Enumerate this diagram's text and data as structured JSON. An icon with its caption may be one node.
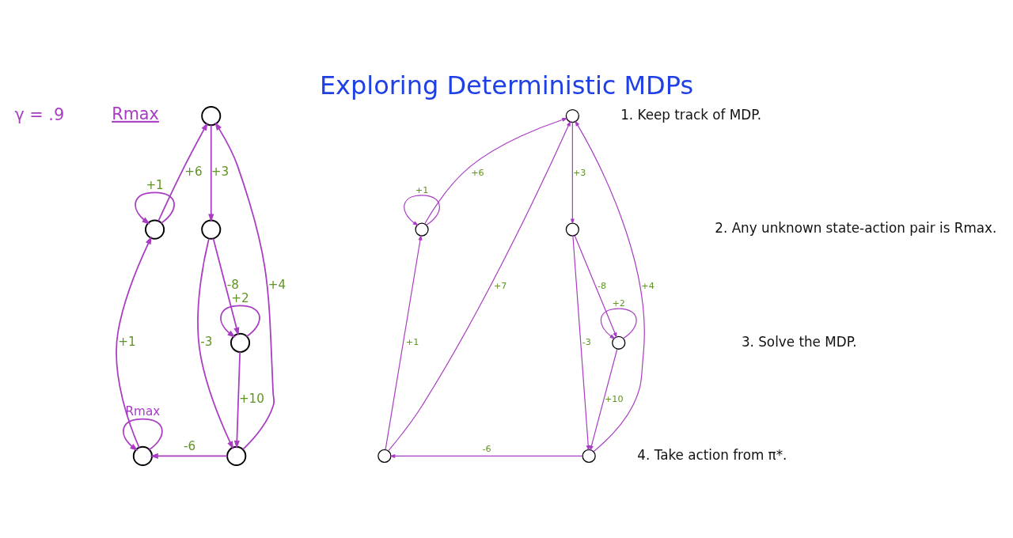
{
  "diagram": {
    "title": "Exploring Deterministic MDPs",
    "nodes": [
      {
        "text": [],
        "shape": "circle"
      },
      {
        "text": [],
        "shape": "circle"
      },
      {
        "text": [],
        "shape": "circle"
      },
      {
        "text": [],
        "shape": "circle"
      },
      {
        "text": [],
        "shape": "circle"
      },
      {
        "text": [],
        "shape": "circle"
      },
      {
        "text": [],
        "shape": "circle"
      },
      {
        "text": [],
        "shape": "circle"
      },
      {
        "text": [],
        "shape": "circle"
      },
      {
        "text": [],
        "shape": "circle"
      },
      {
        "text": [],
        "shape": "circle"
      },
      {
        "text": [],
        "shape": "circle"
      }
    ],
    "edges": [
      {
        "from": 0,
        "to": 0,
        "arrow": "to",
        "label": "+1"
      },
      {
        "from": 0,
        "to": 2,
        "arrow": "to",
        "label": "+6"
      },
      {
        "from": 2,
        "to": 4,
        "arrow": "to",
        "label": "+3"
      },
      {
        "from": 4,
        "to": 5,
        "arrow": "to",
        "label": "-8"
      },
      {
        "from": 5,
        "to": 5,
        "arrow": "to",
        "label": "+2"
      },
      {
        "from": 5,
        "to": 3,
        "arrow": "to",
        "label": "+10"
      },
      {
        "from": 4,
        "to": 3,
        "arrow": "to",
        "label": "-3"
      },
      {
        "from": 3,
        "to": 2,
        "arrow": "to",
        "label": "+4"
      },
      {
        "from": 3,
        "to": 1,
        "arrow": "to",
        "label": "-6"
      },
      {
        "from": 1,
        "to": 0,
        "arrow": "to",
        "label": "+1"
      },
      {
        "from": 1,
        "to": 1,
        "arrow": "to",
        "label": "Rmax"
      },
      {
        "from": 6,
        "to": 6,
        "arrow": "to",
        "label": "+1"
      },
      {
        "from": 6,
        "to": 8,
        "arrow": "to",
        "label": "+6"
      },
      {
        "from": 8,
        "to": 10,
        "arrow": "to",
        "label": "+3"
      },
      {
        "from": 10,
        "to": 11,
        "arrow": "to",
        "label": "-8"
      },
      {
        "from": 11,
        "to": 11,
        "arrow": "to",
        "label": "+2"
      },
      {
        "from": 11,
        "to": 9,
        "arrow": "to",
        "label": "+10"
      },
      {
        "from": 10,
        "to": 9,
        "arrow": "to",
        "label": "-3"
      },
      {
        "from": 9,
        "to": 8,
        "arrow": "to",
        "label": "+4"
      },
      {
        "from": 9,
        "to": 7,
        "arrow": "to",
        "label": "-6"
      },
      {
        "from": 7,
        "to": 6,
        "arrow": "to",
        "label": "+1"
      },
      {
        "from": 7,
        "to": 8,
        "arrow": "to",
        "label": "+7"
      }
    ],
    "labels": [
      "γ = .9",
      "Rmax",
      "1. Keep track of MDP.",
      "2. Any unknown state-action pair is Rmax.",
      "3. Solve the MDP.",
      "4. Take action from π*."
    ]
  }
}
